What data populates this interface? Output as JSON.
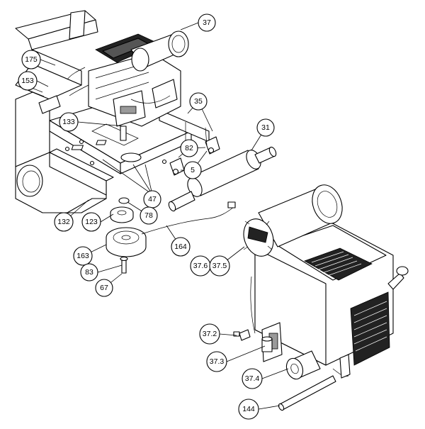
{
  "callouts": [
    {
      "id": "c37",
      "label": "37"
    },
    {
      "id": "c175",
      "label": "175"
    },
    {
      "id": "c153",
      "label": "153"
    },
    {
      "id": "c35",
      "label": "35"
    },
    {
      "id": "c133",
      "label": "133"
    },
    {
      "id": "c31",
      "label": "31"
    },
    {
      "id": "c82",
      "label": "82"
    },
    {
      "id": "c5",
      "label": "5"
    },
    {
      "id": "c47",
      "label": "47"
    },
    {
      "id": "c132",
      "label": "132"
    },
    {
      "id": "c123",
      "label": "123"
    },
    {
      "id": "c78",
      "label": "78"
    },
    {
      "id": "c164",
      "label": "164"
    },
    {
      "id": "c163",
      "label": "163"
    },
    {
      "id": "c83",
      "label": "83"
    },
    {
      "id": "c67",
      "label": "67"
    },
    {
      "id": "c376",
      "label": "37.6"
    },
    {
      "id": "c375",
      "label": "37.5"
    },
    {
      "id": "c372",
      "label": "37.2"
    },
    {
      "id": "c373",
      "label": "37.3"
    },
    {
      "id": "c374",
      "label": "37.4"
    },
    {
      "id": "c144",
      "label": "144"
    }
  ]
}
